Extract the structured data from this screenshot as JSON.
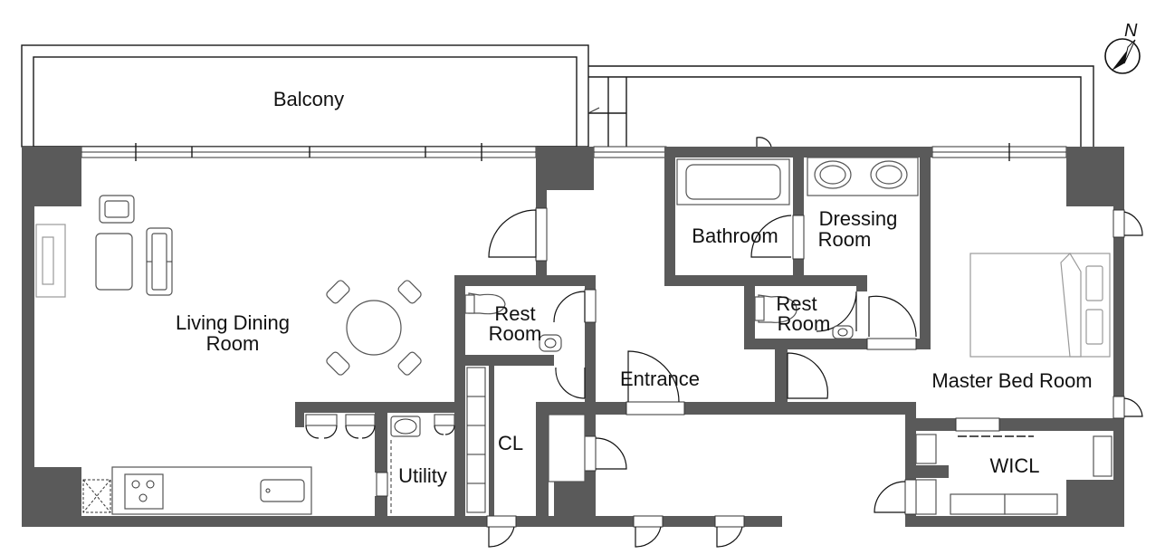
{
  "rooms": {
    "balcony": "Balcony",
    "living_1": "Living Dining",
    "living_2": "Room",
    "rest_a_1": "Rest",
    "rest_a_2": "Room",
    "bathroom": "Bathroom",
    "dressing_1": "Dressing",
    "dressing_2": "Room",
    "rest_b_1": "Rest",
    "rest_b_2": "Room",
    "entrance": "Entrance",
    "master": "Master Bed Room",
    "cl": "CL",
    "utility": "Utility",
    "wicl": "WICL"
  },
  "compass": {
    "label": "N"
  },
  "colors": {
    "wall": "#5a5a5a",
    "line": "#1a1a1a"
  }
}
